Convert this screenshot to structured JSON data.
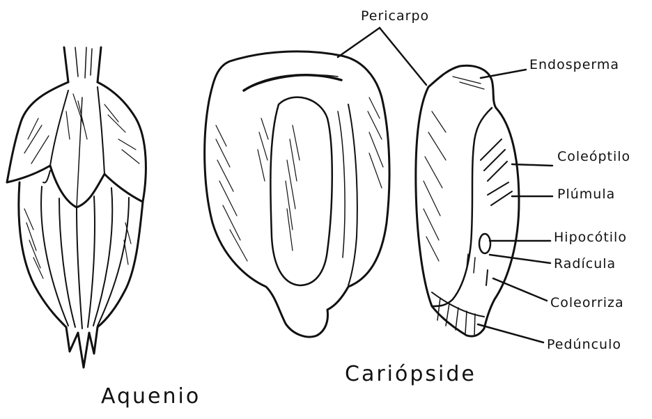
{
  "colors": {
    "ink": "#111111",
    "paper": "#ffffff"
  },
  "specimens": {
    "aquenio": {
      "title": "Aquenio"
    },
    "cariopside": {
      "title": "Cariópside"
    }
  },
  "labels": {
    "pericarpo": "Pericarpo",
    "endosperma": "Endosperma",
    "coleoptilo": "Coleóptilo",
    "plumula": "Plúmula",
    "hipocotilo": "Hipocótilo",
    "radicula": "Radícula",
    "coleorriza": "Coleorriza",
    "pedunculo": "Pedúnculo"
  }
}
